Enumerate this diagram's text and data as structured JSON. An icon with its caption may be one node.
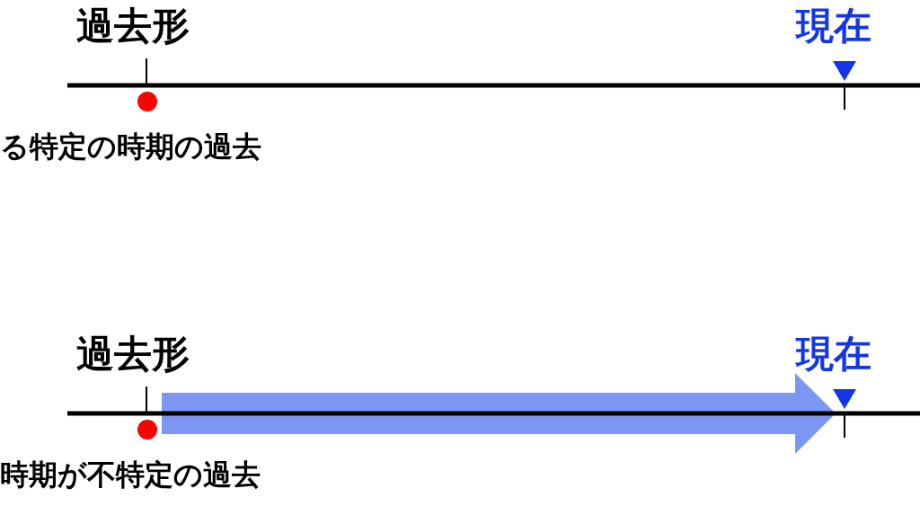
{
  "diagram": {
    "labels": [
      "過去形",
      "現在",
      "る特定の時期の過去",
      "過去形",
      "現在",
      "時期が不特定の過去"
    ]
  }
}
